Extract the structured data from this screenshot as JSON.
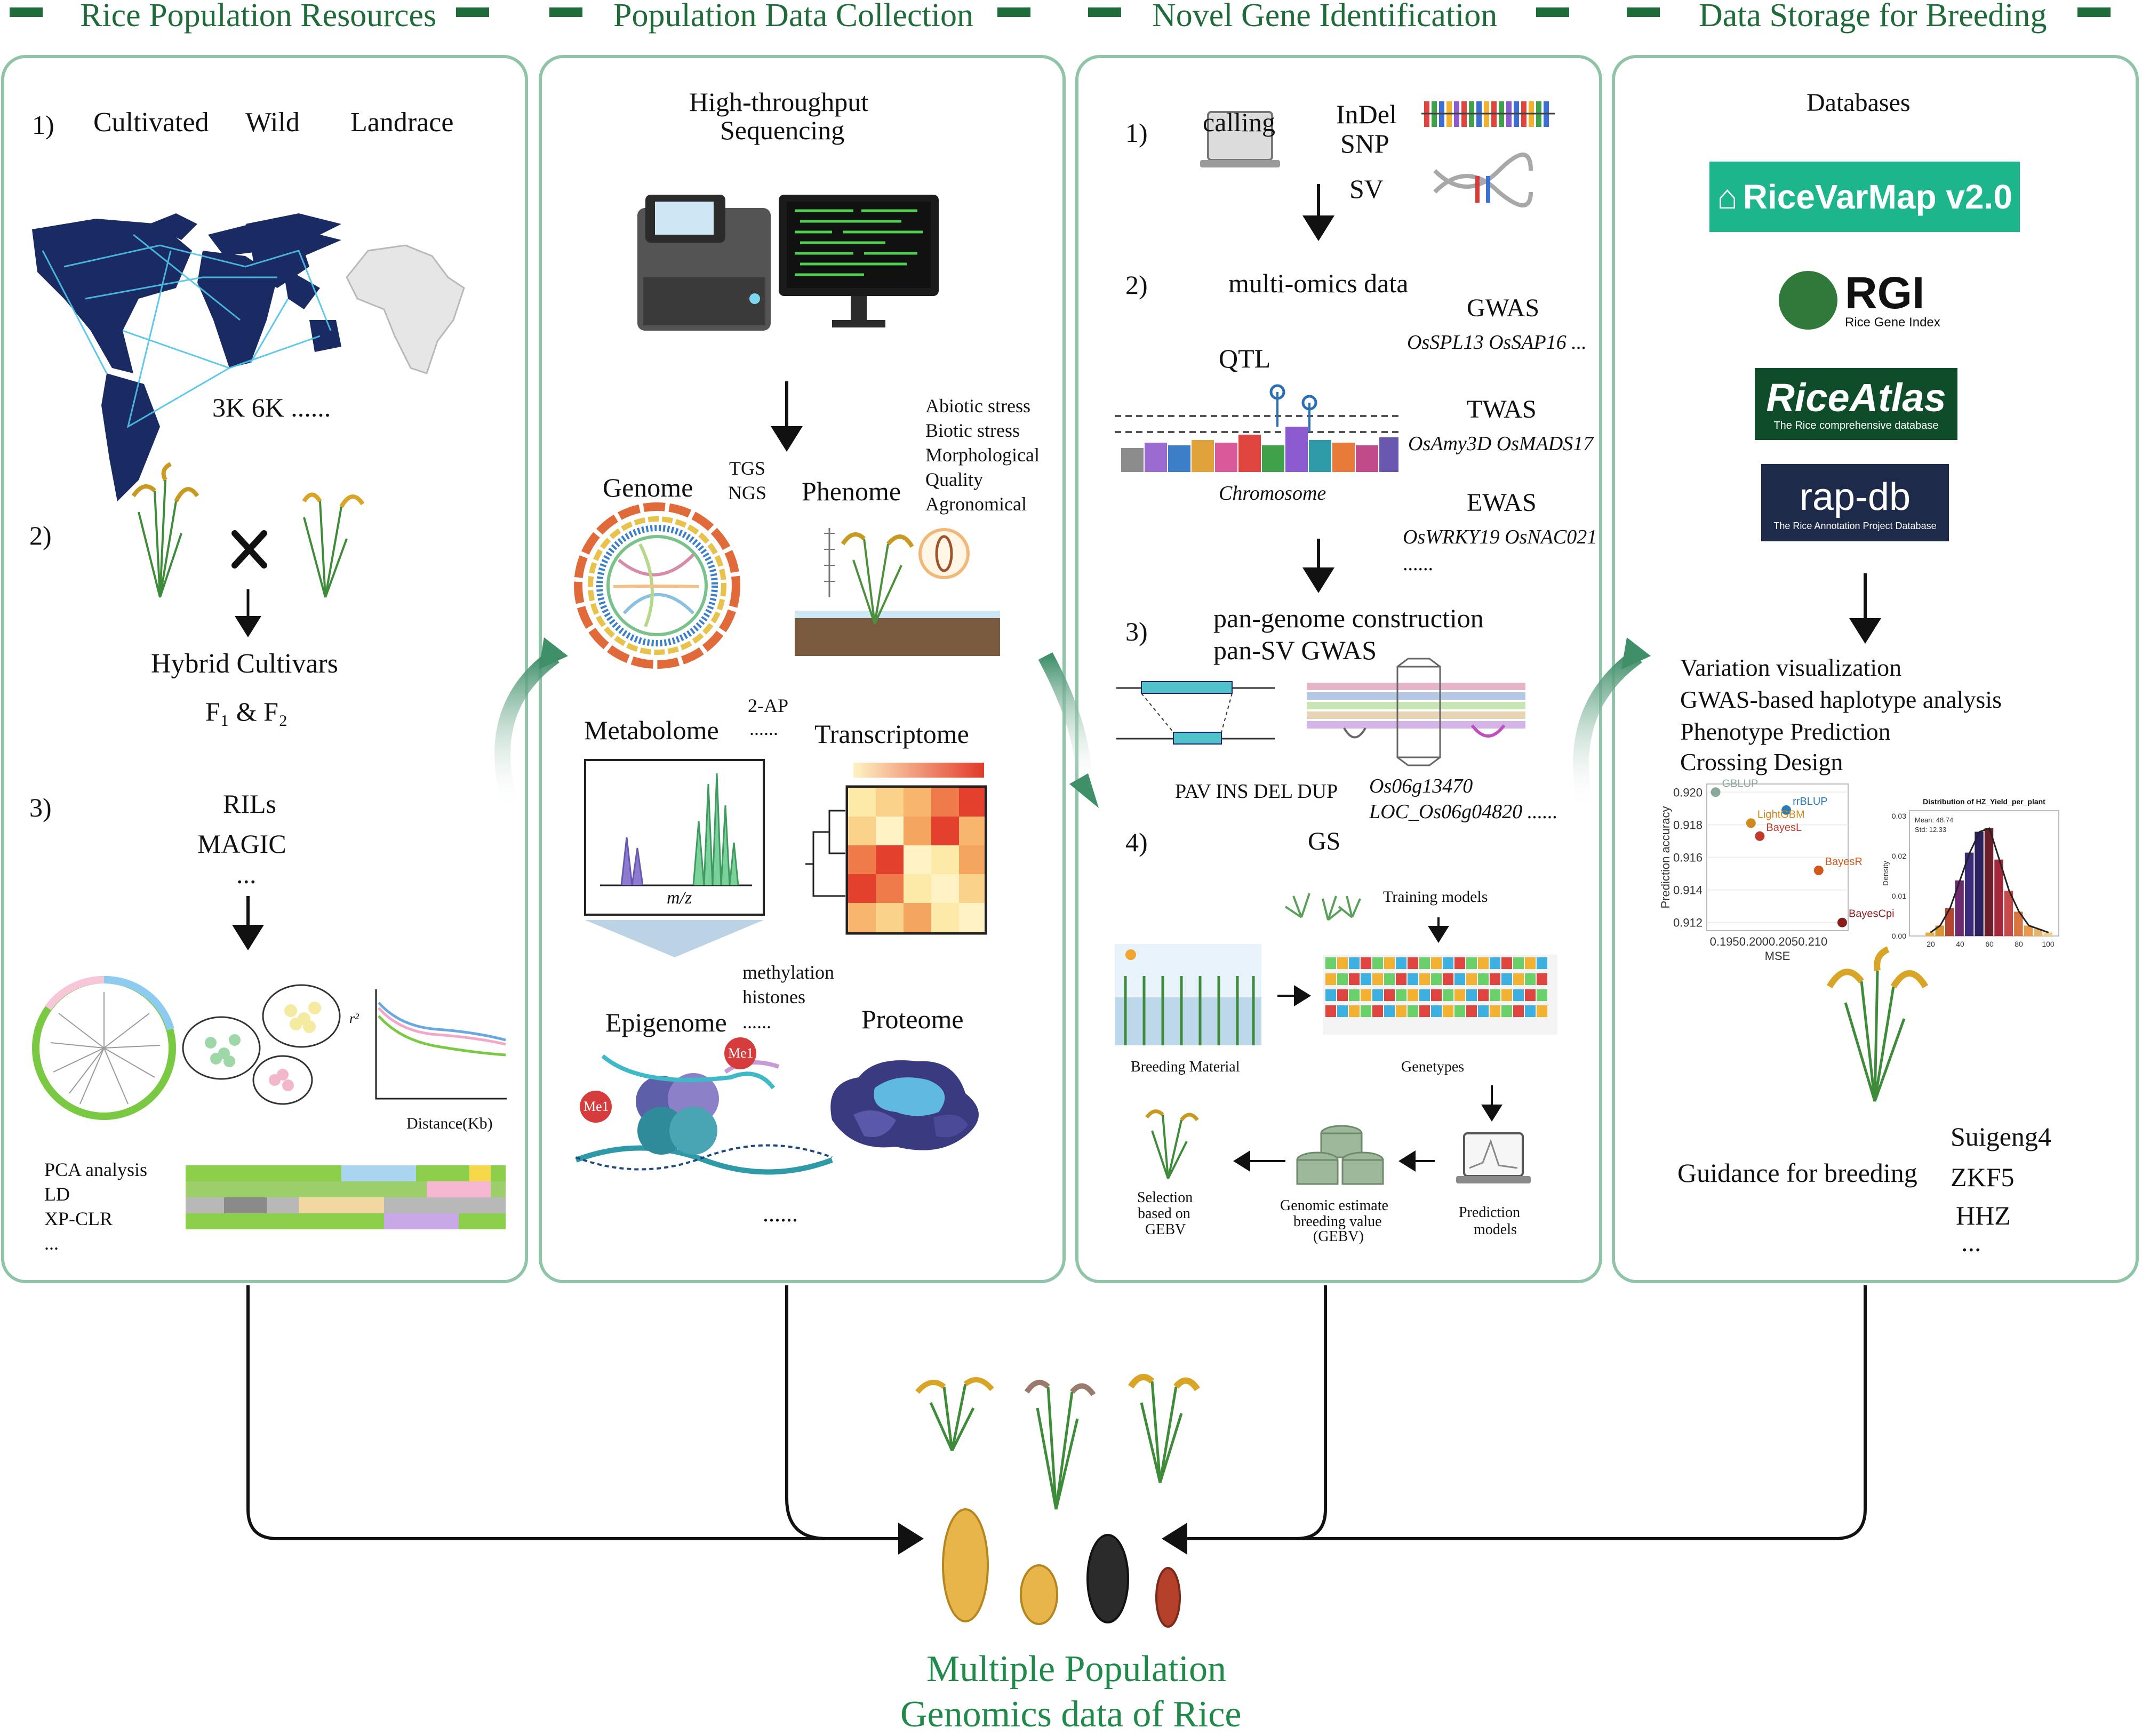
{
  "headers": [
    "Rice Population Resources",
    "Population Data Collection",
    "Novel Gene Identification",
    "Data Storage for Breeding"
  ],
  "panel1": {
    "s1_num": "1)",
    "s1_types": [
      "Cultivated",
      "Wild",
      "Landrace"
    ],
    "s1_sizes": "3K 6K ......",
    "s2_num": "2)",
    "cross_symbol": "×",
    "hybrid": "Hybrid Cultivars",
    "f1f2": "F₁ & F₂",
    "s3_num": "3)",
    "rils": "RILs",
    "magic": "MAGIC",
    "ellipsis": "...",
    "ld_ylabel": "r²",
    "ld_xlabel": "Distance(Kb)",
    "analyses": [
      "PCA analysis",
      "LD",
      "XP-CLR",
      "..."
    ]
  },
  "panel2": {
    "hts": [
      "High-throughput",
      "Sequencing"
    ],
    "seq_types": [
      "TGS",
      "NGS"
    ],
    "genome": "Genome",
    "phenome": "Phenome",
    "phenome_traits": [
      "Abiotic stress",
      "Biotic stress",
      "Morphological",
      "Quality",
      "Agronomical"
    ],
    "metabolome": "Metabolome",
    "metab_notes": [
      "2-AP",
      "......"
    ],
    "mz": "m/z",
    "transcriptome": "Transcriptome",
    "epi_notes": [
      "methylation",
      "histones",
      "......"
    ],
    "epigenome": "Epigenome",
    "me1": "Me1",
    "proteome": "Proteome",
    "ellipsis": "......"
  },
  "panel3": {
    "s1_num": "1)",
    "calling": "calling",
    "variants": [
      "InDel",
      "SNP",
      "SV"
    ],
    "s2_num": "2)",
    "multiomics": "multi-omics data",
    "qtl": "QTL",
    "chromosome": "Chromosome",
    "gwas": "GWAS",
    "gwas_genes": "OsSPL13 OsSAP16 ...",
    "twas": "TWAS",
    "twas_genes": "OsAmy3D OsMADS17",
    "ewas": "EWAS",
    "ewas_genes": "OsWRKY19 OsNAC021",
    "ewas_more": "......",
    "s3_num": "3)",
    "pan": [
      "pan-genome construction",
      "pan-SV GWAS"
    ],
    "sv_types": "PAV INS DEL DUP",
    "sv_genes": [
      "Os06g13470",
      "LOC_Os06g04820 ......"
    ],
    "s4_num": "4)",
    "gs": "GS",
    "training": "Training models",
    "breeding_material": "Breeding Material",
    "genotypes": "Genetypes",
    "selection": [
      "Selection",
      "based on",
      "GEBV"
    ],
    "gebv": [
      "Genomic estimate",
      "breeding value",
      "(GEBV)"
    ],
    "prediction": [
      "Prediction",
      "models"
    ]
  },
  "panel4": {
    "databases": "Databases",
    "db_logos": {
      "ricevarmap": "RiceVarMap v2.0",
      "rgi": "RGI",
      "rgi_sub": "Rice Gene Index",
      "riceatlas": "RiceAtlas",
      "riceatlas_sub": "The Rice comprehensive database",
      "rapdb": "rap-db",
      "rapdb_sub": "The Rice Annotation Project Database"
    },
    "functions": [
      "Variation visualization",
      "GWAS-based haplotype analysis",
      "Phenotype Prediction",
      "Crossing Design"
    ],
    "guidance": "Guidance for breeding",
    "varieties": [
      "Suigeng4",
      "ZKF5",
      "HHZ",
      "..."
    ]
  },
  "colors": {
    "accent": "#1f6b3a",
    "border": "#8fc4a8",
    "arrow": "#5a9e7a",
    "ricevarmap": "#1db58c",
    "riceatlas": "#0f4d2a",
    "rapdb": "#1e2a4a"
  },
  "chart_data": [
    {
      "type": "scatter",
      "xlabel": "MSE",
      "ylabel": "Prediction accuracy",
      "xlim": [
        0.192,
        0.216
      ],
      "ylim": [
        0.9115,
        0.9205
      ],
      "xticks": [
        "0.195",
        "0.200",
        "0.205",
        "0.210"
      ],
      "yticks": [
        "0.920",
        "0.918",
        "0.916",
        "0.914",
        "0.912"
      ],
      "points": [
        {
          "label": "GBLUP",
          "x": 0.1935,
          "y": 0.92,
          "color": "#8aa89a"
        },
        {
          "label": "rrBLUP",
          "x": 0.2055,
          "y": 0.9189,
          "color": "#2b7bb5"
        },
        {
          "label": "LightGBM",
          "x": 0.1995,
          "y": 0.9181,
          "color": "#d08a1c"
        },
        {
          "label": "BayesL",
          "x": 0.201,
          "y": 0.9173,
          "color": "#c0392b"
        },
        {
          "label": "BayesR",
          "x": 0.211,
          "y": 0.9152,
          "color": "#d4581c"
        },
        {
          "label": "BayesCpi",
          "x": 0.215,
          "y": 0.912,
          "color": "#8a1c1c"
        }
      ]
    },
    {
      "type": "bar",
      "title": "Distribution of HZ_Yield_per_plant",
      "annotation": [
        "Mean: 48.74",
        "Std: 12.33"
      ],
      "ylabel": "Density",
      "ytick_labels": [
        "0.03",
        "0.02",
        "0.01",
        "0.00"
      ],
      "xtick_labels": [
        "20",
        "40",
        "60",
        "80",
        "100"
      ],
      "values": [
        0.001,
        0.003,
        0.008,
        0.016,
        0.024,
        0.03,
        0.031,
        0.022,
        0.013,
        0.007,
        0.003,
        0.002,
        0.001
      ],
      "bar_colors": [
        "#e8b14a",
        "#d9962f",
        "#b5462f",
        "#6b2b6e",
        "#3c2a7a",
        "#2b1f5e",
        "#6b1f2b",
        "#a3263a",
        "#c64a4a",
        "#d9763f",
        "#e89a4a",
        "#e9b46a",
        "#f0cc8a"
      ]
    }
  ]
}
